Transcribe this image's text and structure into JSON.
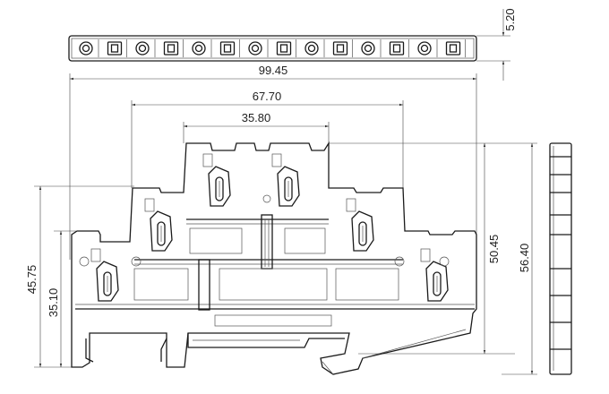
{
  "drawing": {
    "type": "terminal-block-dimension-drawing",
    "dimensions": {
      "top_height": "5.20",
      "overall_width": "99.45",
      "middle_width": "67.70",
      "inner_width": "35.80",
      "left_height_outer": "45.75",
      "left_height_inner": "35.10",
      "right_height_inner": "50.45",
      "right_height_outer": "56.40"
    }
  }
}
